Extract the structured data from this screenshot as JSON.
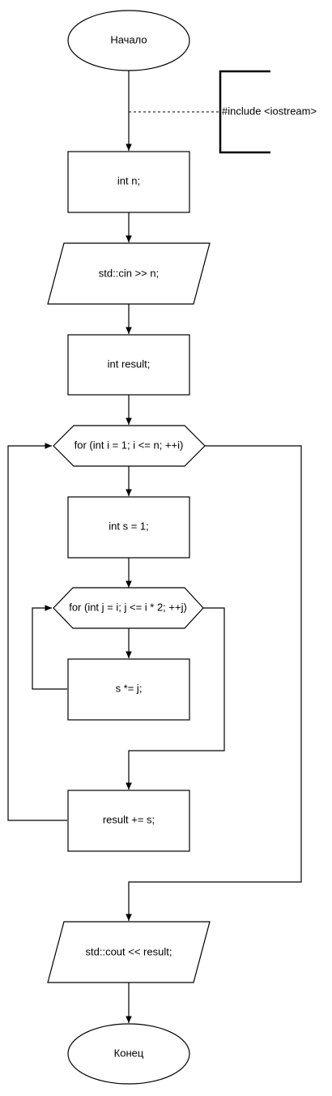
{
  "flowchart": {
    "start_label": "Начало",
    "end_label": "Конец",
    "comment": "#include <iostream>",
    "steps": {
      "declare_n": "int n;",
      "input_n": "std::cin >> n;",
      "declare_result": "int result;",
      "outer_loop": "for (int i = 1; i <= n; ++i)",
      "declare_s": "int s = 1;",
      "inner_loop": "for (int j = i; j <= i * 2; ++j)",
      "multiply_s": "s *= j;",
      "accumulate_result": "result += s;",
      "output_result": "std::cout << result;"
    }
  }
}
